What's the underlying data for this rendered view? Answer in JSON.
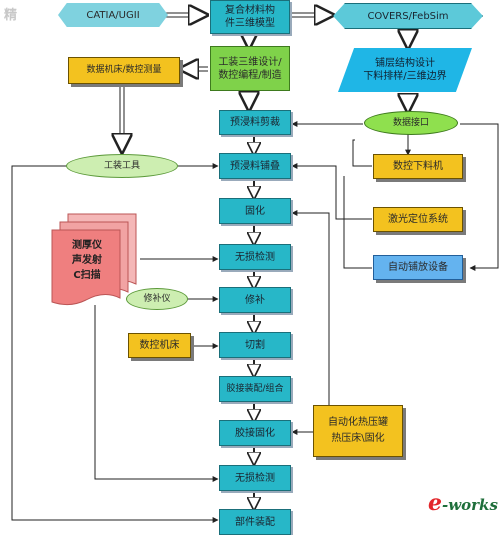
{
  "diagram": {
    "watermark": "精",
    "nodes": {
      "catia": "CATIA/UGII",
      "composite_model": "复合材料构\n件三维模型",
      "covers": "COVERS/FebSim",
      "tooling_design": "工装三维设计/\n数控编程/制造",
      "cnc_measure": "数据机床/数控测量",
      "layup_design": "铺层结构设计\n下料排样/三维边界",
      "data_interface": "数据接口",
      "prepreg_cut": "预浸料剪裁",
      "cnc_cutter": "数控下料机",
      "tooling": "工装工具",
      "prepreg_layup": "预浸料铺叠",
      "laser_positioning": "激光定位系统",
      "curing": "固化",
      "auto_layup": "自动铺放设备",
      "ndt_1": "无损检测",
      "thickness_ultrasonic": "测厚仪\n声发射\nC扫描",
      "repair_tool": "修补仪",
      "repair": "修补",
      "cnc_lathe": "数控机床",
      "trimming": "切割",
      "bond_assembly": "胶接装配/组合",
      "bond_curing": "胶接固化",
      "autoclave": "自动化热压罐\n热压床\\固化",
      "ndt_2": "无损检测",
      "part_assembly": "部件装配"
    },
    "logo": {
      "e": "e",
      "rest": "-works"
    }
  }
}
